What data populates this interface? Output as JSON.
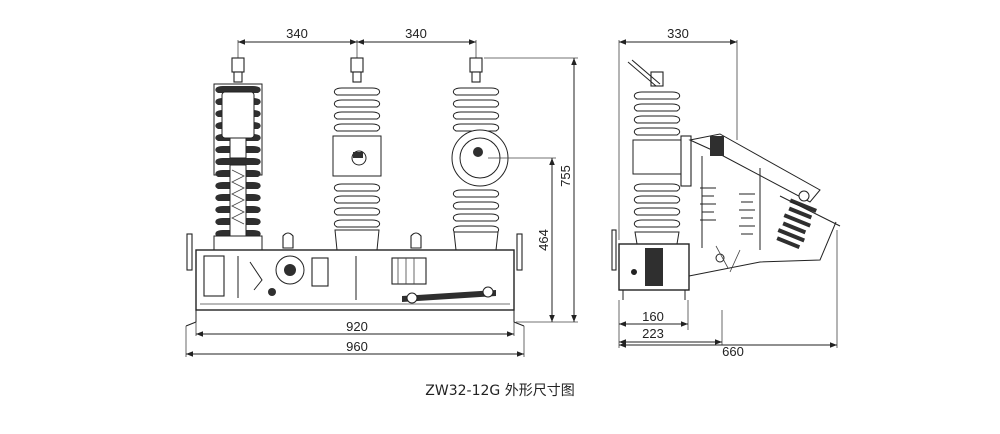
{
  "figure": {
    "caption": "ZW32-12G 外形尺寸图"
  },
  "front_view": {
    "dimensions": {
      "top_left_spacing": "340",
      "top_right_spacing": "340",
      "inner_width": "920",
      "overall_width": "960",
      "body_height": "464",
      "total_height": "755"
    }
  },
  "side_view": {
    "dimensions": {
      "top_width": "330",
      "base_inner": "160",
      "base_outer": "223",
      "overall_depth": "660"
    }
  }
}
